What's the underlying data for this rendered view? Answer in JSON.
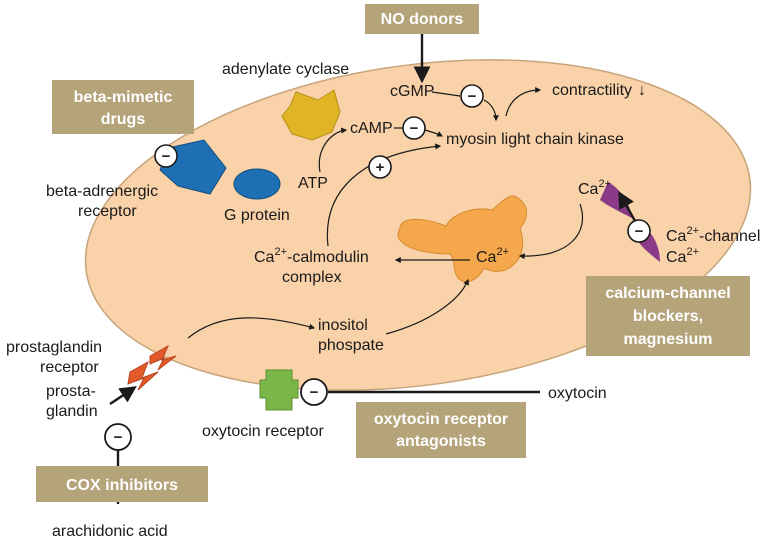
{
  "colors": {
    "cell_fill": "#f9d2a9",
    "cell_stroke": "#c8a47a",
    "label_box": "#b5a37a",
    "beta_receptor": "#1e6fb3",
    "g_protein": "#1e6fb3",
    "adenylate_cyclase": "#e0b424",
    "sarcoplasmic_reticulum": "#f5a84b",
    "calcium_channel": "#8a3a86",
    "oxytocin_receptor": "#7ab648",
    "prostaglandin_receptor": "#e25a2a"
  },
  "boxes": {
    "no_donors": "NO donors",
    "beta_mimetic_1": "beta-mimetic",
    "beta_mimetic_2": "drugs",
    "calcium_blockers_1": "calcium-channel",
    "calcium_blockers_2": "blockers,",
    "calcium_blockers_3": "magnesium",
    "oxytocin_antagonists_1": "oxytocin receptor",
    "oxytocin_antagonists_2": "antagonists",
    "cox_inhibitors": "COX inhibitors"
  },
  "labels": {
    "adenylate_cyclase": "adenylate cyclase",
    "cgmp": "cGMP",
    "camp": "cAMP",
    "contractility": "contractility",
    "contractility_arrow": "↓",
    "mlck": "myosin light chain kinase",
    "beta_receptor_1": "beta-adrenergic",
    "beta_receptor_2": "receptor",
    "atp": "ATP",
    "g_protein": "G protein",
    "ca_calmodulin_base": "Ca",
    "ca_calmodulin_sup": "2+",
    "ca_calmodulin_rest": "-calmodulin",
    "ca_calmodulin_2": "complex",
    "ca_inside_base": "Ca",
    "ca_inside_sup": "2+",
    "ca_sr_base": "Ca",
    "ca_sr_sup": "2+",
    "ca_channel_base": "Ca",
    "ca_channel_sup": "2+",
    "ca_channel_rest": "-channel",
    "ca_outside_base": "Ca",
    "ca_outside_sup": "2+",
    "inositol_1": "inositol",
    "inositol_2": "phospate",
    "pg_receptor_1": "prostaglandin",
    "pg_receptor_2": "receptor",
    "prostaglandin_1": "prosta-",
    "prostaglandin_2": "glandin",
    "oxytocin_receptor": "oxytocin receptor",
    "oxytocin": "oxytocin",
    "arachidonic_acid": "arachidonic acid"
  },
  "signs": {
    "minus": "−",
    "plus": "+"
  }
}
